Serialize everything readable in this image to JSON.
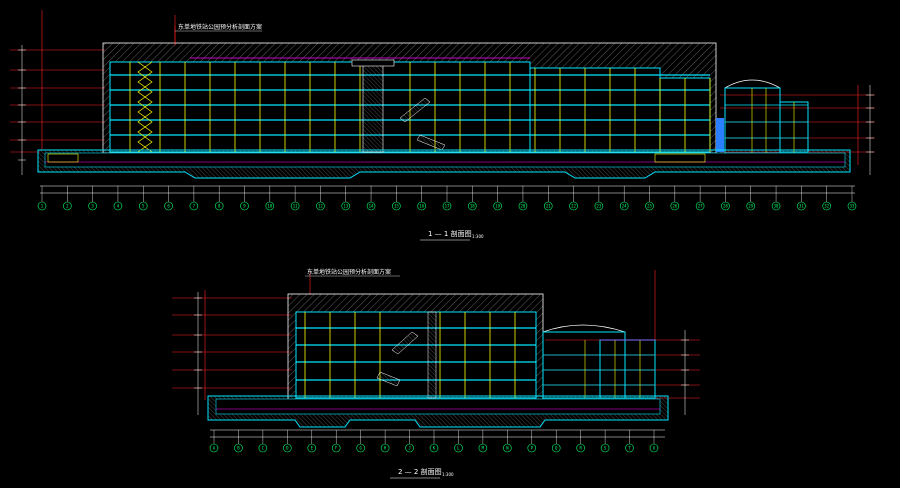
{
  "section_1": {
    "annotation": "东单地铁站公园预分析剖面方案",
    "caption": "1 — 1 剖面图",
    "scale": "1:300",
    "axis_labels": [
      "1",
      "2",
      "3",
      "4",
      "5",
      "6",
      "7",
      "8",
      "9",
      "10",
      "11",
      "12",
      "13",
      "14",
      "15",
      "16",
      "17",
      "18",
      "19",
      "20",
      "21",
      "22",
      "23",
      "24",
      "25",
      "26",
      "27",
      "28",
      "29",
      "30",
      "31",
      "32",
      "33"
    ]
  },
  "section_2": {
    "annotation": "东单地铁站公园预分析剖面方案",
    "caption": "2 — 2 剖面图",
    "scale": "1:300",
    "axis_labels": [
      "A",
      "B",
      "C",
      "D",
      "E",
      "F",
      "G",
      "H",
      "J",
      "K",
      "L",
      "M",
      "N",
      "P",
      "Q",
      "R",
      "S",
      "T",
      "U"
    ]
  },
  "colors": {
    "background": "#000000",
    "hatch": "#b0b0b0",
    "structure": "#ffff00",
    "slab": "#00e5ff",
    "level_line": "#ff2020",
    "magenta": "#ff00ff",
    "axis": "#00ff66",
    "outline": "#ffffff"
  }
}
